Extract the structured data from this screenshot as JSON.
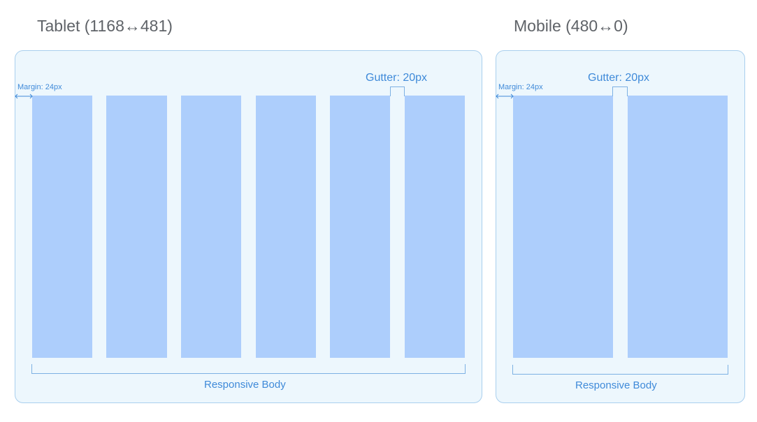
{
  "tablet": {
    "title": "Tablet (1168↔481)",
    "margin_label": "Margin: 24px",
    "gutter_label": "Gutter: 20px",
    "body_label": "Responsive Body",
    "column_count": 6
  },
  "mobile": {
    "title": "Mobile (480↔0)",
    "margin_label": "Margin: 24px",
    "gutter_label": "Gutter: 20px",
    "body_label": "Responsive Body",
    "column_count": 2
  },
  "colors": {
    "frame_bg": "#edf7fd",
    "frame_border": "#a9cfee",
    "column": "#adcefc",
    "annotation": "#3f8ad9",
    "heading": "#5f6368"
  }
}
